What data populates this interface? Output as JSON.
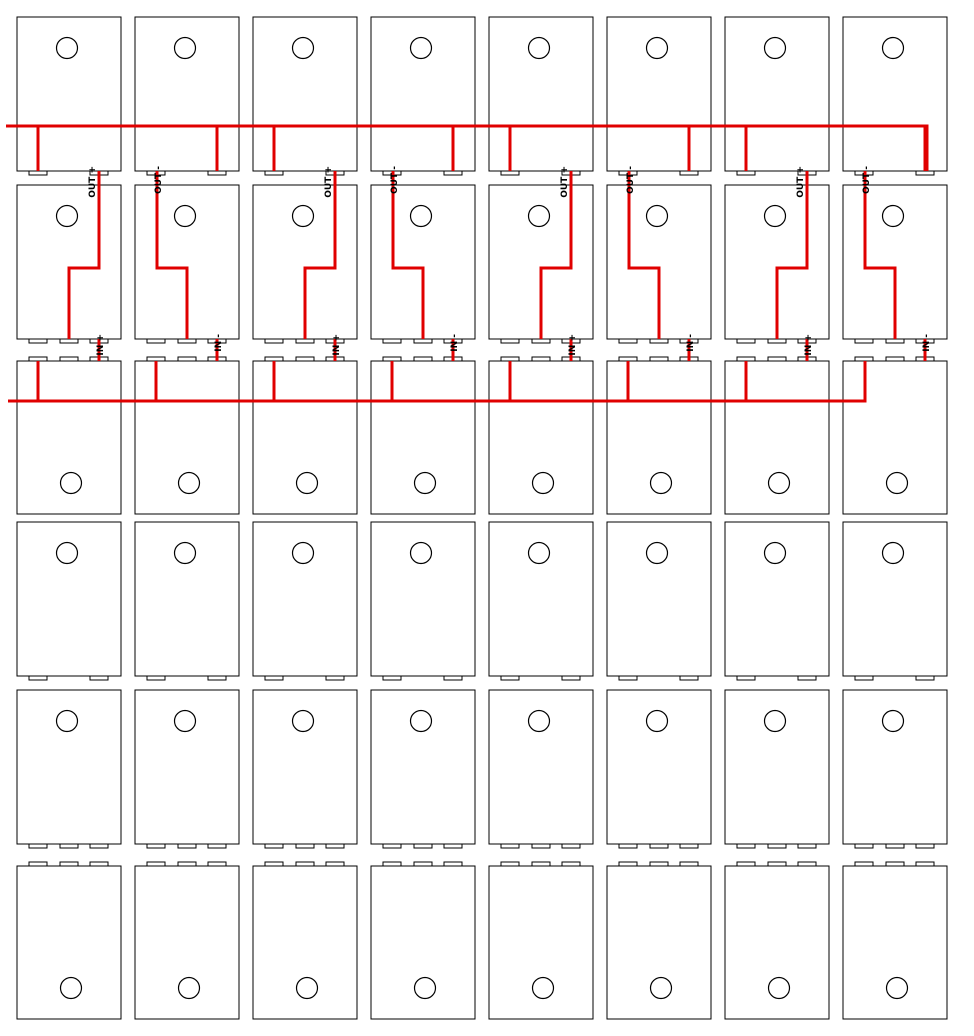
{
  "colors": {
    "wire": "#e00000",
    "outline": "#000000",
    "background": "#ffffff"
  },
  "labels": {
    "out_plus": "OUT +",
    "out_minus": "OUT -",
    "in_plus": "IN +",
    "in_minus": "IN -"
  },
  "grid": {
    "columns": 8,
    "rows": 6
  }
}
